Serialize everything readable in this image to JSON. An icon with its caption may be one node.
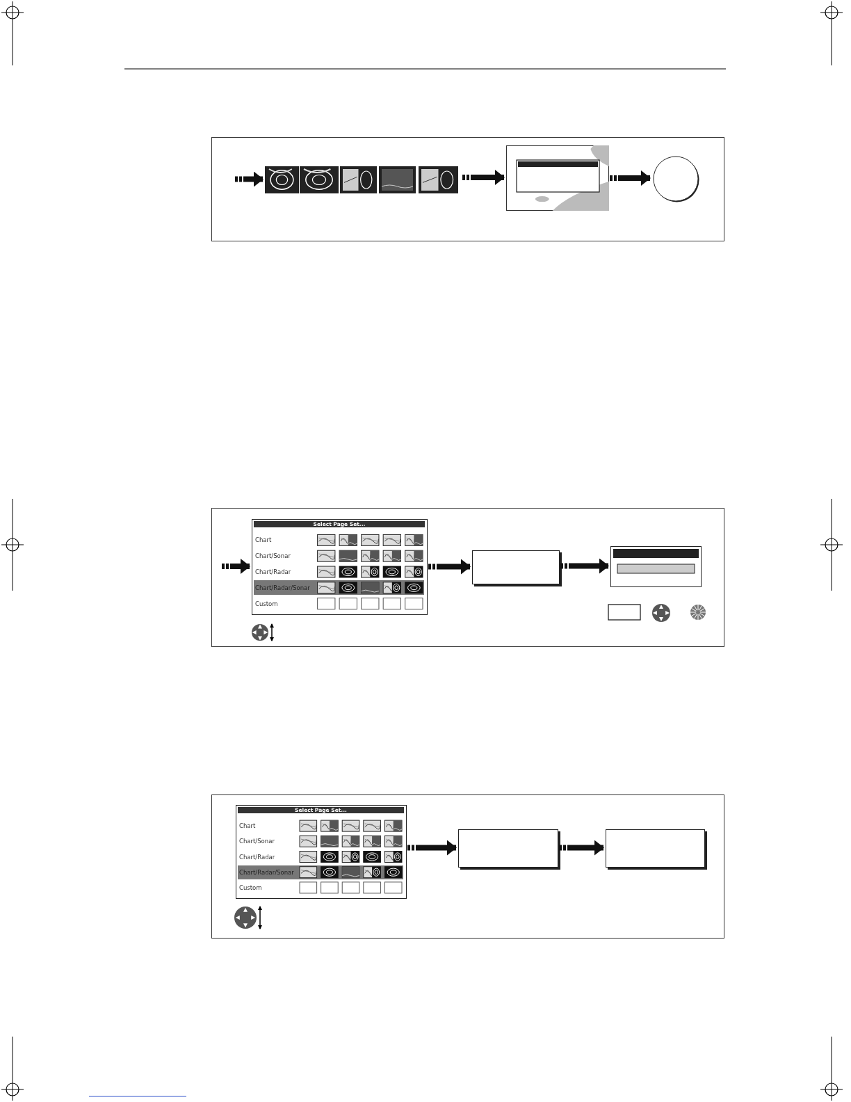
{
  "diagram": {
    "nodes": [
      {
        "text": [],
        "shape": "box"
      },
      {
        "text": [],
        "shape": "picture",
        "in": 0
      },
      {
        "text": [],
        "shape": "picture",
        "in": 0
      },
      {
        "text": [],
        "shape": "circle",
        "in": 0
      },
      {
        "text": [],
        "shape": "box"
      },
      {
        "text": [
          "Select Page Set...",
          "Chart",
          "Chart/Sonar",
          "Chart/Radar",
          "Chart/Radar/Sonar",
          "Custom"
        ],
        "in": 4
      },
      {
        "text": [],
        "shape": "box",
        "in": 4
      },
      {
        "text": [],
        "shape": "box",
        "in": 4
      },
      {
        "text": [],
        "shape": "box"
      },
      {
        "text": [
          "Select Page Set...",
          "Chart",
          "Chart/Sonar",
          "Chart/Radar",
          "Chart/Radar/Sonar",
          "Custom"
        ],
        "in": 8
      },
      {
        "text": [],
        "shape": "box",
        "in": 8
      },
      {
        "text": [],
        "shape": "box",
        "in": 8
      }
    ],
    "edges": [
      {
        "from": null,
        "to": 1,
        "arrow": "to"
      },
      {
        "from": 1,
        "to": 2,
        "arrow": "to"
      },
      {
        "from": 2,
        "to": 3,
        "arrow": "to"
      },
      {
        "from": null,
        "to": 5,
        "arrow": "to"
      },
      {
        "from": 5,
        "to": 6,
        "arrow": "to"
      },
      {
        "from": 6,
        "to": 7,
        "arrow": "to"
      },
      {
        "from": 9,
        "to": 10,
        "arrow": "to"
      },
      {
        "from": 10,
        "to": 11,
        "arrow": "to"
      }
    ]
  }
}
